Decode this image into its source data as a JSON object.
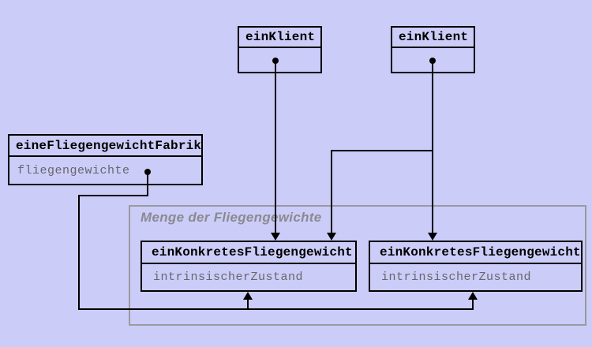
{
  "colors": {
    "background": "#ccccf8",
    "line": "#000000",
    "box_border": "#000000",
    "attribute_text": "#66666e",
    "group_border": "#9a9aa1",
    "group_label_text": "#8a8a92"
  },
  "nodes": {
    "client1": {
      "title": "einKlient"
    },
    "client2": {
      "title": "einKlient"
    },
    "factory": {
      "title": "eineFliegengewichtFabrik",
      "attribute": "fliegengewichte"
    },
    "flyweight1": {
      "title": "einKonkretesFliegengewicht",
      "attribute": "intrinsischerZustand"
    },
    "flyweight2": {
      "title": "einKonkretesFliegengewicht",
      "attribute": "intrinsischerZustand"
    }
  },
  "group": {
    "label": "Menge der Fliegengewichte"
  }
}
